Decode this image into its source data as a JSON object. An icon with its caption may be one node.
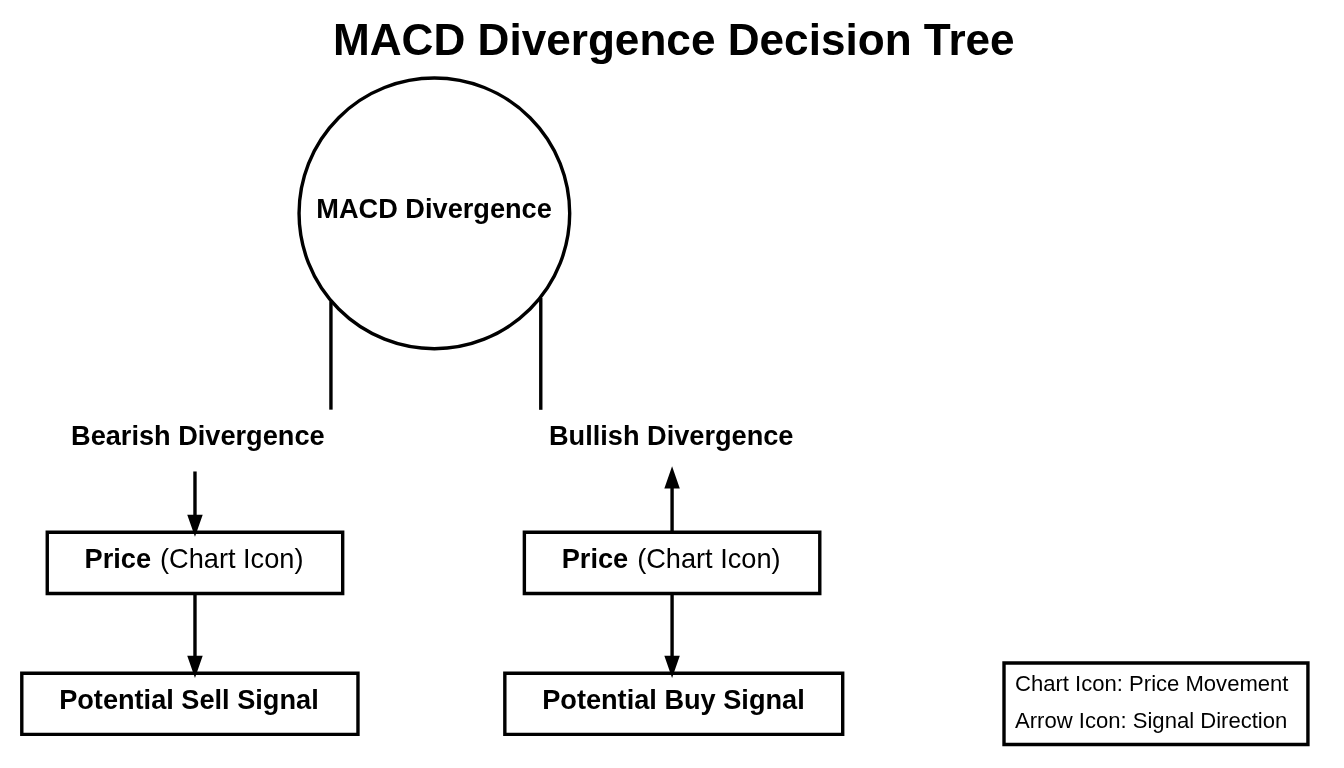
{
  "diagram": {
    "title": "MACD Divergence Decision Tree",
    "nodes": [
      {
        "text": [
          "MACD Divergence"
        ]
      },
      {
        "text": [
          "Bearish Divergence"
        ]
      },
      {
        "text": [
          "Bullish Divergence"
        ]
      },
      {
        "text": [
          "**Price** (Chart Icon)"
        ]
      },
      {
        "text": [
          "Potential Sell Signal"
        ]
      },
      {
        "text": [
          "**Price** (Chart Icon)"
        ]
      },
      {
        "text": [
          "Potential Buy Signal"
        ]
      }
    ],
    "edges": [
      {
        "from": 0,
        "to": 1,
        "arrow": "none"
      },
      {
        "from": 0,
        "to": 2,
        "arrow": "none"
      },
      {
        "from": 1,
        "to": 3,
        "arrow": "to"
      },
      {
        "from": 3,
        "to": 4,
        "arrow": "to"
      },
      {
        "from": 5,
        "to": 2,
        "arrow": "to"
      },
      {
        "from": 5,
        "to": 6,
        "arrow": "to"
      }
    ],
    "legend": [
      {
        "text": "Chart Icon: Price Movement"
      },
      {
        "text": "Arrow Icon: Signal Direction"
      }
    ]
  }
}
